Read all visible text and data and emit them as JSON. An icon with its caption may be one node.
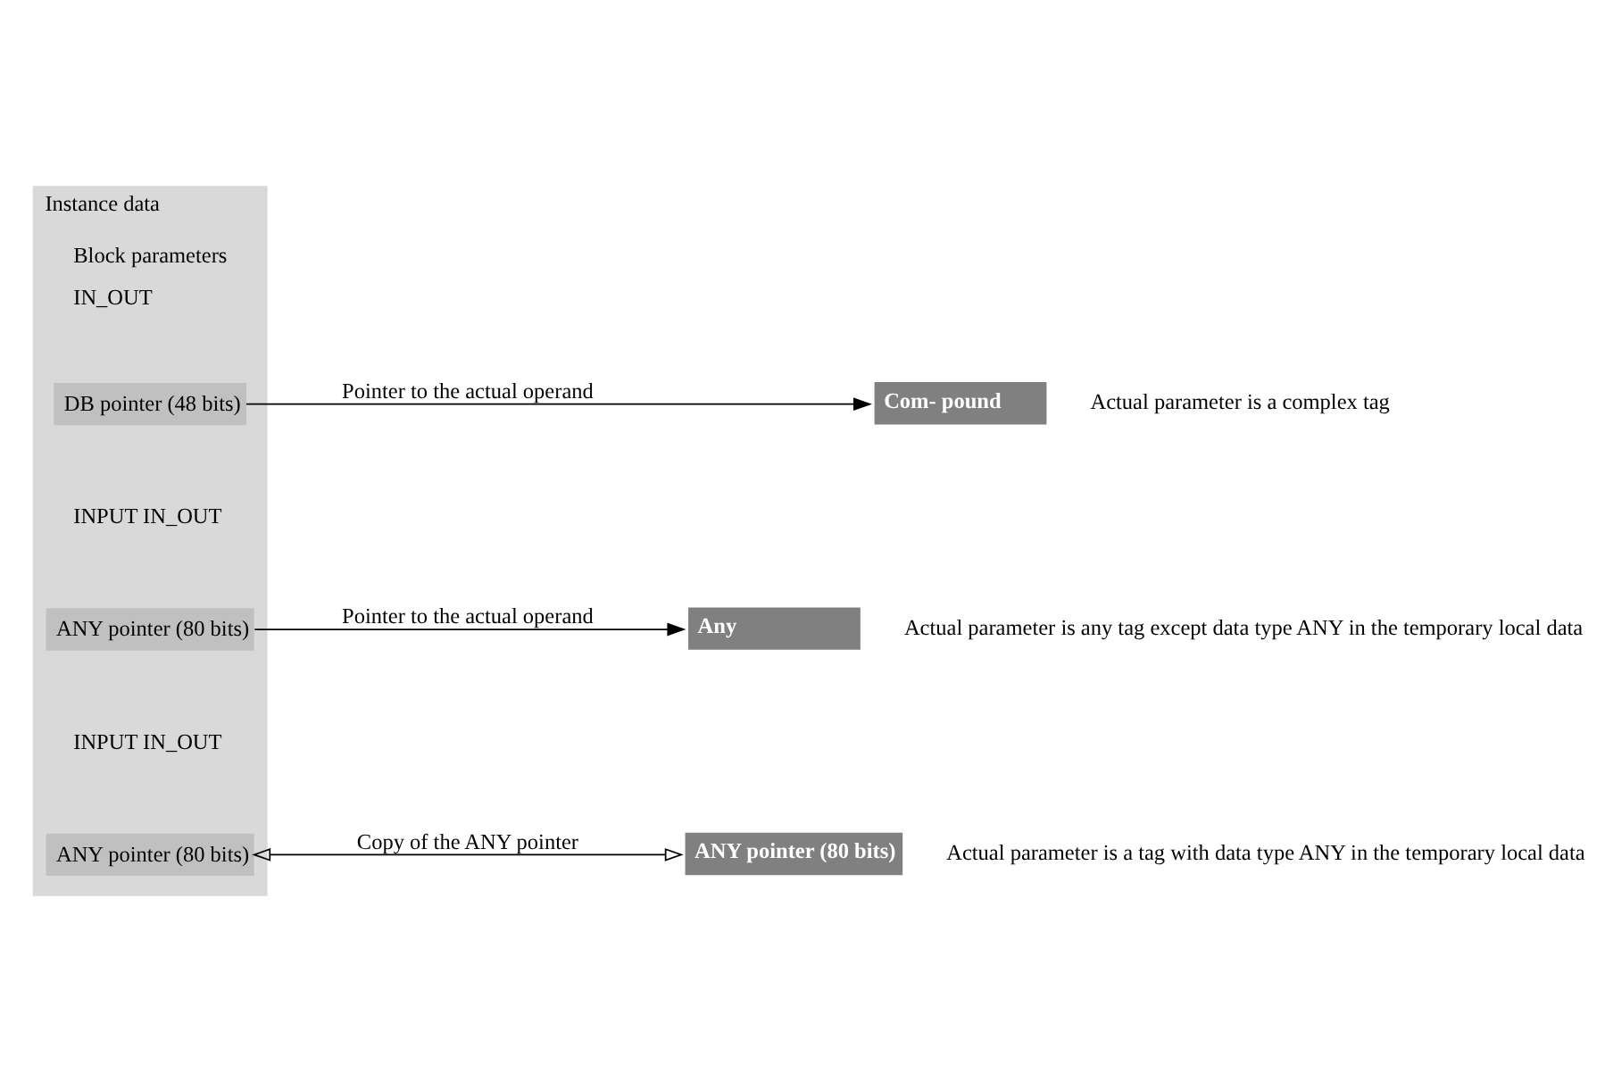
{
  "diagram": {
    "nodes": [
      {
        "text": [
          "Instance data"
        ]
      },
      {
        "text": [
          "Block parameters",
          "IN_OUT"
        ],
        "in": 0
      },
      {
        "text": [
          "DB pointer (48 bits)"
        ],
        "in": 0
      },
      {
        "text": [
          "INPUT IN_OUT"
        ],
        "in": 0
      },
      {
        "text": [
          "ANY pointer (80 bits)"
        ],
        "in": 0
      },
      {
        "text": [
          "INPUT IN_OUT"
        ],
        "in": 0
      },
      {
        "text": [
          "ANY pointer (80 bits)"
        ],
        "in": 0
      },
      {
        "text": [
          "Com- pound"
        ],
        "beside": [
          "Actual parameter is a complex tag"
        ]
      },
      {
        "text": [
          "Any"
        ],
        "beside": [
          "Actual parameter is any tag except data type ANY in the temporary local data"
        ]
      },
      {
        "text": [
          "ANY pointer (80 bits)"
        ],
        "beside": [
          "Actual parameter is a tag with data type ANY in the temporary local data"
        ]
      }
    ],
    "edges": [
      {
        "from": 2,
        "to": 7,
        "arrow": "to",
        "label": "Pointer to the actual operand"
      },
      {
        "from": 4,
        "to": 8,
        "arrow": "to",
        "label": "Pointer to the actual operand"
      },
      {
        "from": 6,
        "to": 9,
        "arrow": "both",
        "label": "Copy of the ANY pointer"
      }
    ]
  }
}
